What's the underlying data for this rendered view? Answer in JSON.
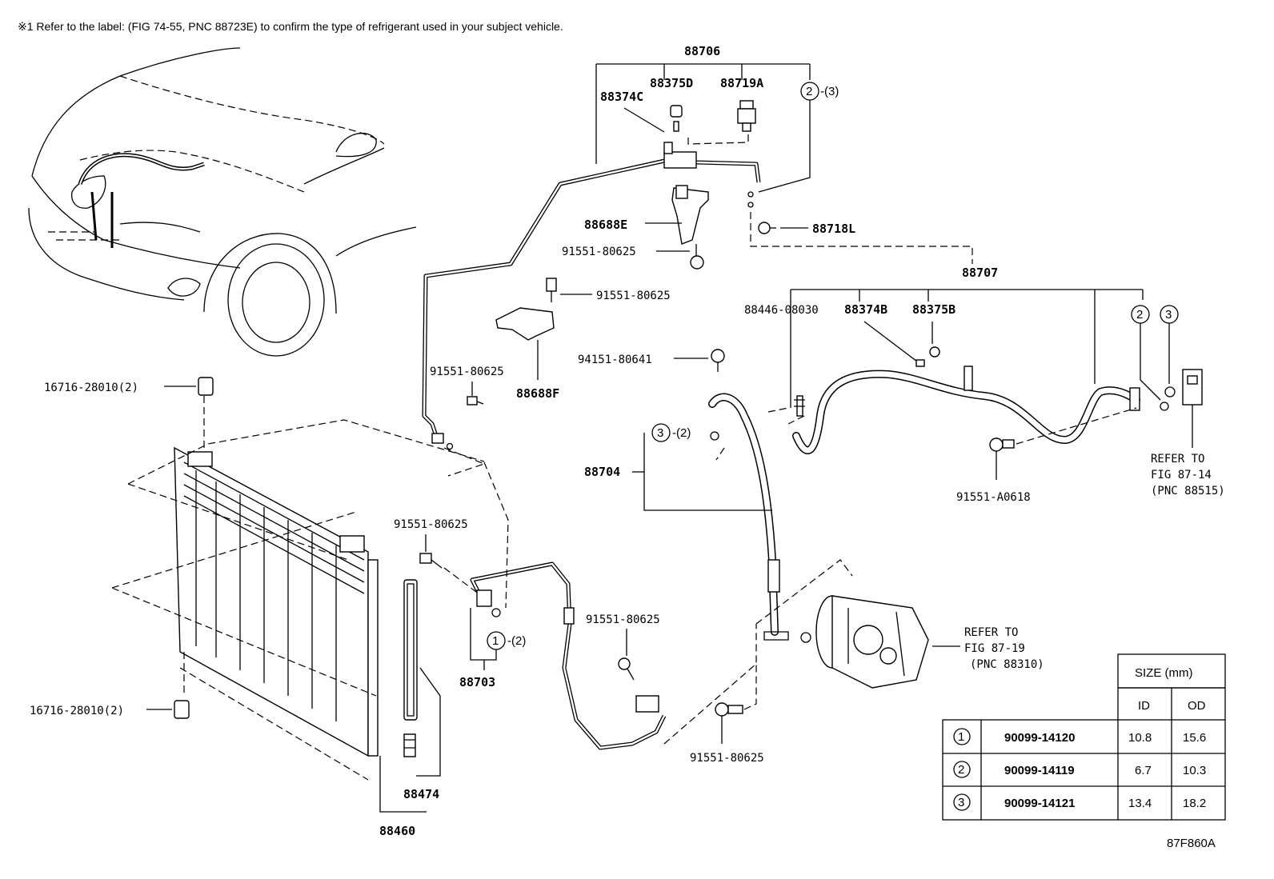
{
  "note": "※1 Refer to the label: (FIG 74-55, PNC 88723E) to confirm the type of refrigerant used in your subject vehicle.",
  "parts": {
    "p88706": "88706",
    "p88375D": "88375D",
    "p88719A": "88719A",
    "p88374C": "88374C",
    "p88688E": "88688E",
    "p88718L": "88718L",
    "p91551_80625_a": "91551-80625",
    "p91551_80625_b": "91551-80625",
    "p91551_80625_c": "91551-80625",
    "p91551_80625_d": "91551-80625",
    "p91551_80625_e": "91551-80625",
    "p91551_80625_f": "91551-80625",
    "p88688F": "88688F",
    "p88707": "88707",
    "p88446_08030": "88446-08030",
    "p88374B": "88374B",
    "p88375B": "88375B",
    "p94151_80641": "94151-80641",
    "p16716_28010_top": "16716-28010(2)",
    "p16716_28010_bot": "16716-28010(2)",
    "p88704": "88704",
    "p91551_A0618": "91551-A0618",
    "p88703": "88703",
    "p88474": "88474",
    "p88460": "88460"
  },
  "callouts": {
    "c2_qty3": "-(3)",
    "c3_qty2": "-(2)",
    "c1_qty2": "-(2)",
    "c1": "1",
    "c2": "2",
    "c3": "3"
  },
  "refs": {
    "fig87_14": [
      "REFER TO",
      "FIG 87-14",
      "(PNC 88515)"
    ],
    "fig87_19": [
      "REFER TO",
      "FIG 87-19",
      "(PNC 88310)"
    ]
  },
  "size_table": {
    "header": "SIZE (mm)",
    "col_id": "ID",
    "col_od": "OD",
    "rows": [
      {
        "key": "1",
        "part": "90099-14120",
        "id": "10.8",
        "od": "15.6"
      },
      {
        "key": "2",
        "part": "90099-14119",
        "id": "6.7",
        "od": "10.3"
      },
      {
        "key": "3",
        "part": "90099-14121",
        "id": "13.4",
        "od": "18.2"
      }
    ]
  },
  "figure_id": "87F860A"
}
